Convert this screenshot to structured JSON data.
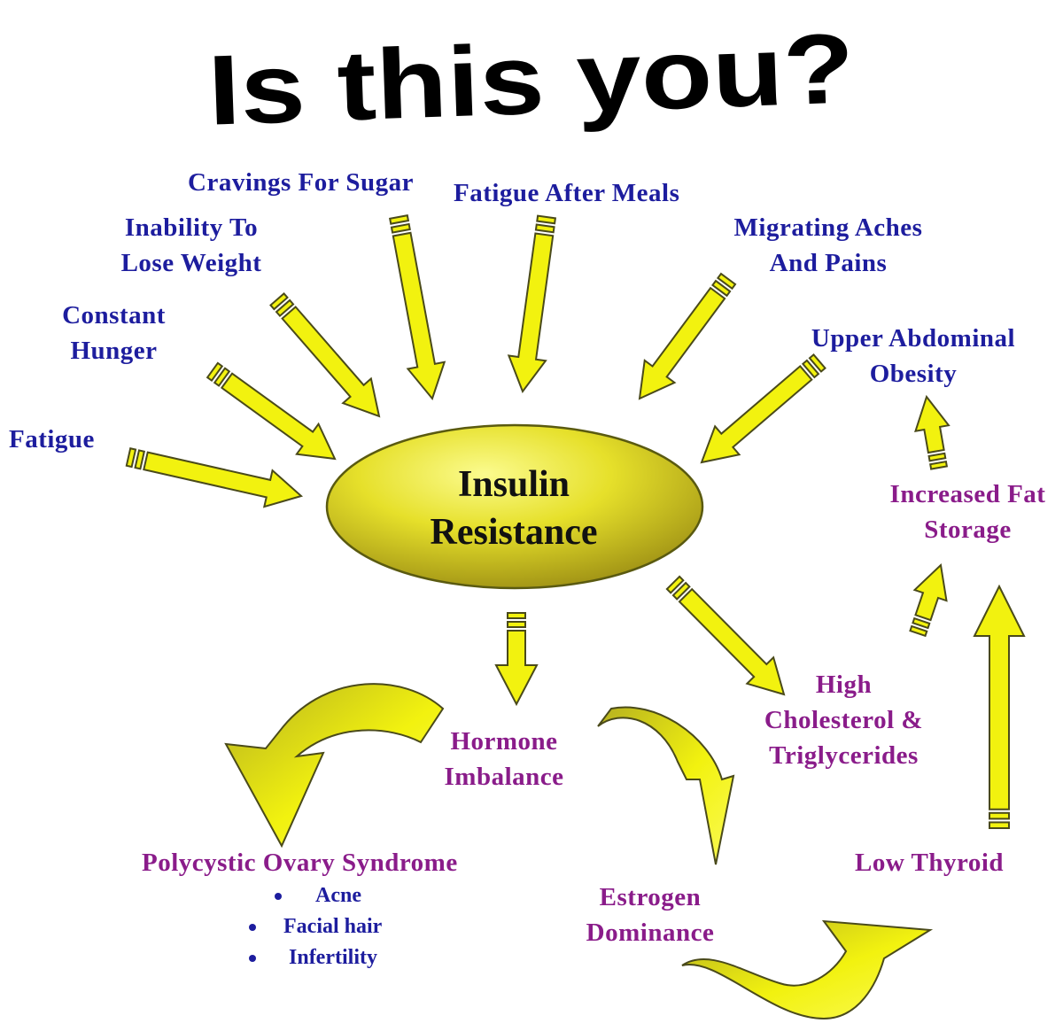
{
  "title": "Is this you?",
  "center": {
    "line1": "Insulin",
    "line2": "Resistance"
  },
  "symptoms": {
    "cravings": "Cravings For Sugar",
    "fatigue_after_meals": "Fatigue After Meals",
    "inability_l1": "Inability To",
    "inability_l2": "Lose Weight",
    "migrating_l1": "Migrating Aches",
    "migrating_l2": "And Pains",
    "hunger_l1": "Constant",
    "hunger_l2": "Hunger",
    "upper_l1": "Upper Abdominal",
    "upper_l2": "Obesity",
    "fatigue": "Fatigue"
  },
  "consequences": {
    "fat_l1": "Increased Fat",
    "fat_l2": "Storage",
    "chol_l1": "High",
    "chol_l2": "Cholesterol &",
    "chol_l3": "Triglycerides",
    "hormone_l1": "Hormone",
    "hormone_l2": "Imbalance",
    "pcos": "Polycystic Ovary Syndrome",
    "pcos_items": [
      "Acne",
      "Facial hair",
      "Infertility"
    ],
    "estrogen_l1": "Estrogen",
    "estrogen_l2": "Dominance",
    "thyroid": "Low Thyroid"
  },
  "colors": {
    "arrow_fill": "#f2f20f",
    "arrow_stroke": "#4a4a1a",
    "ellipse_fill": "#e6e02a",
    "symptom_text": "#1d1d9e",
    "consequence_text": "#8a1c8a"
  }
}
